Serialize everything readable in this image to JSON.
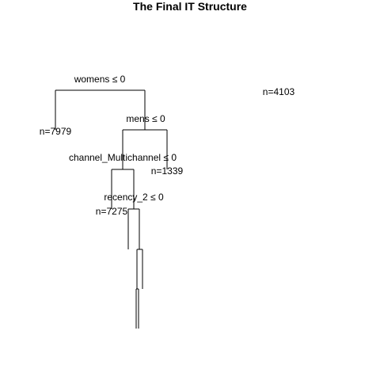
{
  "title": "The Final IT Structure",
  "splits": [
    {
      "id": "womens",
      "label": "womens ≤ 0"
    },
    {
      "id": "mens",
      "label": "mens ≤ 0"
    },
    {
      "id": "channel",
      "label": "channel_Multichannel ≤ 0"
    },
    {
      "id": "recency",
      "label": "recency_2 ≤ 0"
    }
  ],
  "leaves": [
    {
      "id": "leaf-root-side",
      "label": "n=4103"
    },
    {
      "id": "leaf-womens-left",
      "label": "n=7979"
    },
    {
      "id": "leaf-mens-right",
      "label": "n=1339"
    },
    {
      "id": "leaf-recency-left",
      "label": "n=7275"
    }
  ]
}
